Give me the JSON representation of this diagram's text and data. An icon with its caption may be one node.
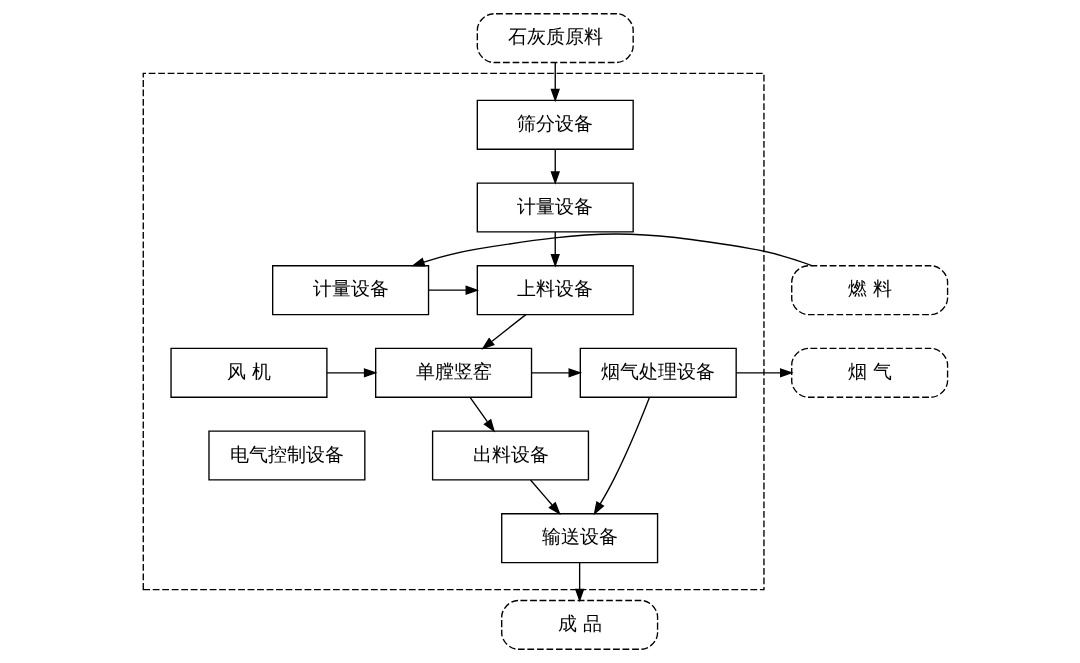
{
  "diagram": {
    "nodes": [
      {
        "text": [
          "石灰质原料"
        ]
      },
      {
        "text": [],
        "shape": "box"
      },
      {
        "text": [
          "筛分设备"
        ],
        "in": 1
      },
      {
        "text": [
          "计量设备"
        ],
        "in": 1
      },
      {
        "text": [
          "计量设备"
        ],
        "in": 1
      },
      {
        "text": [
          "上料设备"
        ],
        "in": 1
      },
      {
        "text": [
          "燃 料"
        ]
      },
      {
        "text": [
          "风 机"
        ],
        "in": 1
      },
      {
        "text": [
          "单膛竖窑"
        ],
        "in": 1
      },
      {
        "text": [
          "烟气处理设备"
        ],
        "in": 1
      },
      {
        "text": [
          "烟 气"
        ]
      },
      {
        "text": [
          "出料设备"
        ],
        "in": 1
      },
      {
        "text": [
          "电气控制设备"
        ],
        "in": 1
      },
      {
        "text": [
          "输送设备"
        ],
        "in": 1
      },
      {
        "text": [
          "成 品"
        ]
      }
    ],
    "edges": [
      {
        "from": 0,
        "to": 2,
        "arrow": "to"
      },
      {
        "from": 2,
        "to": 3,
        "arrow": "to"
      },
      {
        "from": 3,
        "to": 5,
        "arrow": "to"
      },
      {
        "from": 6,
        "to": 4,
        "arrow": "to"
      },
      {
        "from": 4,
        "to": 5,
        "arrow": "to"
      },
      {
        "from": 5,
        "to": 8,
        "arrow": "to"
      },
      {
        "from": 7,
        "to": 8,
        "arrow": "to"
      },
      {
        "from": 8,
        "to": 9,
        "arrow": "to"
      },
      {
        "from": 9,
        "to": 10,
        "arrow": "to"
      },
      {
        "from": 8,
        "to": 11,
        "arrow": "to"
      },
      {
        "from": 11,
        "to": 13,
        "arrow": "to"
      },
      {
        "from": 9,
        "to": 13,
        "arrow": "to"
      },
      {
        "from": 13,
        "to": 14,
        "arrow": "to"
      }
    ]
  }
}
